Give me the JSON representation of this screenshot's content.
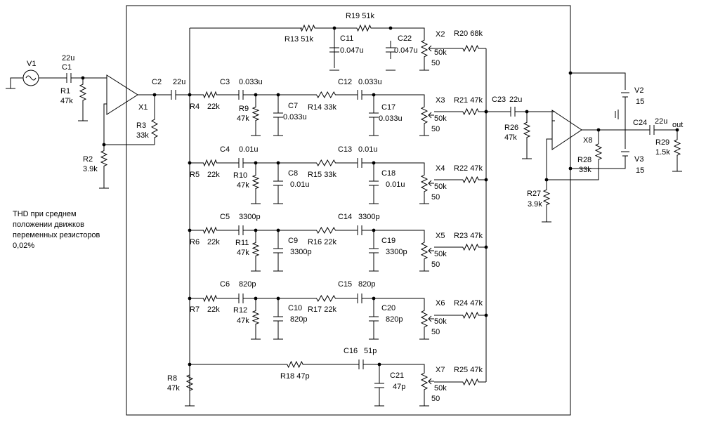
{
  "labels": [
    {
      "id": "V1",
      "text": "V1"
    },
    {
      "id": "C1",
      "text": "C1"
    },
    {
      "id": "C1v",
      "text": "22u"
    },
    {
      "id": "R1",
      "text": "R1"
    },
    {
      "id": "R1v",
      "text": "47k"
    },
    {
      "id": "R2",
      "text": "R2"
    },
    {
      "id": "R2v",
      "text": "3.9k"
    },
    {
      "id": "R3",
      "text": "R3"
    },
    {
      "id": "R3v",
      "text": "33k"
    },
    {
      "id": "X1",
      "text": "X1"
    },
    {
      "id": "C2",
      "text": "C2"
    },
    {
      "id": "C2v",
      "text": "22u"
    },
    {
      "id": "R4",
      "text": "R4"
    },
    {
      "id": "R4v",
      "text": "22k"
    },
    {
      "id": "C3",
      "text": "C3"
    },
    {
      "id": "C3v",
      "text": "0.033u"
    },
    {
      "id": "R9",
      "text": "R9"
    },
    {
      "id": "R9v",
      "text": "47k"
    },
    {
      "id": "C7",
      "text": "C7"
    },
    {
      "id": "C7v",
      "text": "0.033u"
    },
    {
      "id": "R14",
      "text": "R14 33k"
    },
    {
      "id": "C12",
      "text": "C12"
    },
    {
      "id": "C12v",
      "text": "0.033u"
    },
    {
      "id": "C17",
      "text": "C17"
    },
    {
      "id": "C17v",
      "text": "0.033u"
    },
    {
      "id": "R13",
      "text": "R13 51k"
    },
    {
      "id": "R19",
      "text": "R19 51k"
    },
    {
      "id": "C11",
      "text": "C11"
    },
    {
      "id": "C11v",
      "text": "0.047u"
    },
    {
      "id": "C22",
      "text": "C22"
    },
    {
      "id": "C22v",
      "text": "0.047u"
    },
    {
      "id": "X2",
      "text": "X2"
    },
    {
      "id": "X2a",
      "text": "50k"
    },
    {
      "id": "X2b",
      "text": "50"
    },
    {
      "id": "R20",
      "text": "R20 68k"
    },
    {
      "id": "X3",
      "text": "X3"
    },
    {
      "id": "X3a",
      "text": "50k"
    },
    {
      "id": "X3b",
      "text": "50"
    },
    {
      "id": "R21",
      "text": "R21 47k"
    },
    {
      "id": "R5",
      "text": "R5"
    },
    {
      "id": "R5v",
      "text": "22k"
    },
    {
      "id": "C4",
      "text": "C4"
    },
    {
      "id": "C4v",
      "text": "0.01u"
    },
    {
      "id": "R10",
      "text": "R10"
    },
    {
      "id": "R10v",
      "text": "47k"
    },
    {
      "id": "C8",
      "text": "C8"
    },
    {
      "id": "C8v",
      "text": "0.01u"
    },
    {
      "id": "R15",
      "text": "R15 33k"
    },
    {
      "id": "C13",
      "text": "C13"
    },
    {
      "id": "C13v",
      "text": "0.01u"
    },
    {
      "id": "C18",
      "text": "C18"
    },
    {
      "id": "C18v",
      "text": "0.01u"
    },
    {
      "id": "X4",
      "text": "X4"
    },
    {
      "id": "X4a",
      "text": "50k"
    },
    {
      "id": "X4b",
      "text": "50"
    },
    {
      "id": "R22",
      "text": "R22 47k"
    },
    {
      "id": "R6",
      "text": "R6"
    },
    {
      "id": "R6v",
      "text": "22k"
    },
    {
      "id": "C5",
      "text": "C5"
    },
    {
      "id": "C5v",
      "text": "3300p"
    },
    {
      "id": "R11",
      "text": "R11"
    },
    {
      "id": "R11v",
      "text": "47k"
    },
    {
      "id": "C9",
      "text": "C9"
    },
    {
      "id": "C9v",
      "text": "3300p"
    },
    {
      "id": "R16",
      "text": "R16 22k"
    },
    {
      "id": "C14",
      "text": "C14"
    },
    {
      "id": "C14v",
      "text": "3300p"
    },
    {
      "id": "C19",
      "text": "C19"
    },
    {
      "id": "C19v",
      "text": "3300p"
    },
    {
      "id": "X5",
      "text": "X5"
    },
    {
      "id": "X5a",
      "text": "50k"
    },
    {
      "id": "X5b",
      "text": "50"
    },
    {
      "id": "R23",
      "text": "R23 47k"
    },
    {
      "id": "R7",
      "text": "R7"
    },
    {
      "id": "R7v",
      "text": "22k"
    },
    {
      "id": "C6",
      "text": "C6"
    },
    {
      "id": "C6v",
      "text": "820p"
    },
    {
      "id": "R12",
      "text": "R12"
    },
    {
      "id": "R12v",
      "text": "47k"
    },
    {
      "id": "C10",
      "text": "C10"
    },
    {
      "id": "C10v",
      "text": "820p"
    },
    {
      "id": "R17",
      "text": "R17 22k"
    },
    {
      "id": "C15",
      "text": "C15"
    },
    {
      "id": "C15v",
      "text": "820p"
    },
    {
      "id": "C20",
      "text": "C20"
    },
    {
      "id": "C20v",
      "text": "820p"
    },
    {
      "id": "X6",
      "text": "X6"
    },
    {
      "id": "X6a",
      "text": "50k"
    },
    {
      "id": "X6b",
      "text": "50"
    },
    {
      "id": "R24",
      "text": "R24 47k"
    },
    {
      "id": "R8",
      "text": "R8"
    },
    {
      "id": "R8v",
      "text": "47k"
    },
    {
      "id": "R18",
      "text": "R18 47p"
    },
    {
      "id": "C16",
      "text": "C16"
    },
    {
      "id": "C16v",
      "text": "51p"
    },
    {
      "id": "C21",
      "text": "C21"
    },
    {
      "id": "C21v",
      "text": "47p"
    },
    {
      "id": "X7",
      "text": "X7"
    },
    {
      "id": "X7a",
      "text": "50k"
    },
    {
      "id": "X7b",
      "text": "50"
    },
    {
      "id": "R25",
      "text": "R25 47k"
    },
    {
      "id": "C23",
      "text": "C23"
    },
    {
      "id": "C23v",
      "text": "22u"
    },
    {
      "id": "R26",
      "text": "R26"
    },
    {
      "id": "R26v",
      "text": "47k"
    },
    {
      "id": "X8",
      "text": "X8"
    },
    {
      "id": "R27",
      "text": "R27"
    },
    {
      "id": "R27v",
      "text": "3.9k"
    },
    {
      "id": "R28",
      "text": "R28"
    },
    {
      "id": "R28v",
      "text": "33k"
    },
    {
      "id": "V2",
      "text": "V2"
    },
    {
      "id": "V2v",
      "text": "15"
    },
    {
      "id": "V3",
      "text": "V3"
    },
    {
      "id": "V3v",
      "text": "15"
    },
    {
      "id": "C24",
      "text": "C24"
    },
    {
      "id": "C24v",
      "text": "22u"
    },
    {
      "id": "out",
      "text": "out"
    },
    {
      "id": "R29",
      "text": "R29"
    },
    {
      "id": "R29v",
      "text": "1.5k"
    }
  ],
  "note": [
    "THD при среднем",
    "положении движков",
    "переменных резисторов",
    "0,02%"
  ]
}
